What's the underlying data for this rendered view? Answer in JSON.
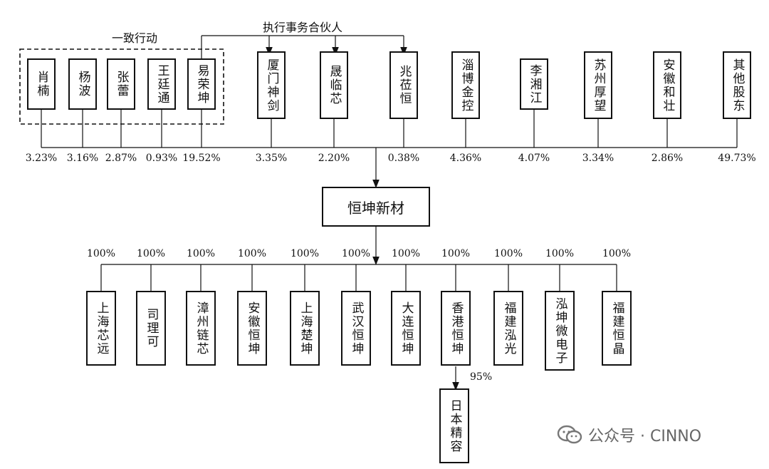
{
  "labels": {
    "concert": "一致行动",
    "gp": "执行事务合伙人"
  },
  "center": {
    "name": "恒坤新材"
  },
  "shareholders": [
    {
      "name": "肖楠",
      "pct": "3.23%"
    },
    {
      "name": "杨波",
      "pct": "3.16%"
    },
    {
      "name": "张蕾",
      "pct": "2.87%"
    },
    {
      "name": "王廷通",
      "pct": "0.93%"
    },
    {
      "name": "易荣坤",
      "pct": "19.52%"
    },
    {
      "name": "厦门神剑",
      "pct": "3.35%"
    },
    {
      "name": "晟临芯",
      "pct": "2.20%"
    },
    {
      "name": "兆莅恒",
      "pct": "0.38%"
    },
    {
      "name": "淄博金控",
      "pct": "4.36%"
    },
    {
      "name": "李湘江",
      "pct": "4.07%"
    },
    {
      "name": "苏州厚望",
      "pct": "3.34%"
    },
    {
      "name": "安徽和壮",
      "pct": "2.86%"
    },
    {
      "name": "其他股东",
      "pct": "49.73%"
    }
  ],
  "subsidiaries": [
    {
      "name": "上海芯远",
      "pct": "100%"
    },
    {
      "name": "司理可",
      "pct": "100%"
    },
    {
      "name": "漳州链芯",
      "pct": "100%"
    },
    {
      "name": "安徽恒坤",
      "pct": "100%"
    },
    {
      "name": "上海楚坤",
      "pct": "100%"
    },
    {
      "name": "武汉恒坤",
      "pct": "100%"
    },
    {
      "name": "大连恒坤",
      "pct": "100%"
    },
    {
      "name": "香港恒坤",
      "pct": "100%"
    },
    {
      "name": "福建泓光",
      "pct": "100%"
    },
    {
      "name": "泓坤微电子",
      "pct": "100%"
    },
    {
      "name": "福建恒晶",
      "pct": "100%"
    }
  ],
  "grandchild": {
    "name": "日本精容",
    "pct": "95%"
  },
  "watermark": {
    "text": "公众号 · CINNO"
  }
}
